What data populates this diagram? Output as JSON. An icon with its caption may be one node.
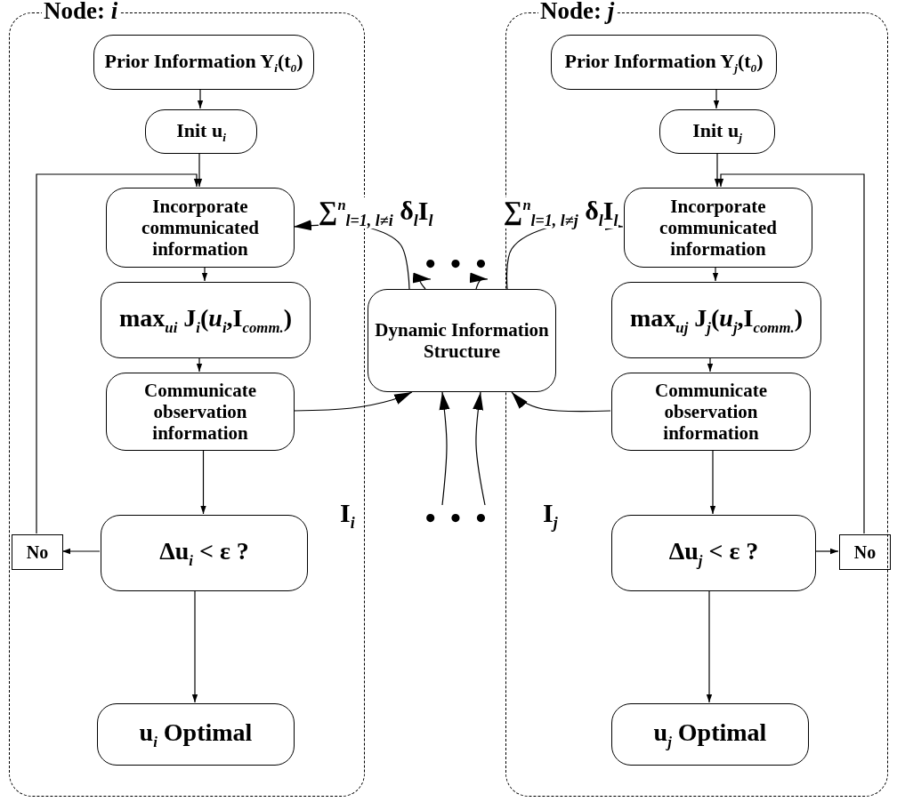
{
  "diagram": {
    "nodes": [
      {
        "text": [
          "Node: *i*"
        ]
      },
      {
        "text": [
          "Prior Information Y$_{i}$(t$_{0}$)"
        ],
        "in": 0
      },
      {
        "text": [
          "Init u$_{i}$"
        ],
        "in": 0
      },
      {
        "text": [
          "Incorporate communicated information"
        ],
        "in": 0
      },
      {
        "text": [
          "max$_{ui}$ J$_{i}$(*u*$_{i}$,I$_{comm.}$)"
        ],
        "in": 0
      },
      {
        "text": [
          "Communicate observation information"
        ],
        "in": 0
      },
      {
        "text": [
          "Δu$_{i}$ < ε ?"
        ],
        "in": 0
      },
      {
        "text": [
          "No"
        ],
        "in": 0
      },
      {
        "text": [
          "u$_{i}$ Optimal"
        ],
        "in": 0
      },
      {
        "text": [
          "Node: *j*"
        ]
      },
      {
        "text": [
          "Prior Information Y$_{j}$(t$_{0}$)"
        ],
        "in": 9
      },
      {
        "text": [
          "Init u$_{j}$"
        ],
        "in": 9
      },
      {
        "text": [
          "Incorporate communicated information"
        ],
        "in": 9
      },
      {
        "text": [
          "max$_{uj}$ J$_{j}$(*u*$_{j}$,I$_{comm.}$)"
        ],
        "in": 9
      },
      {
        "text": [
          "Communicate observation information"
        ],
        "in": 9
      },
      {
        "text": [
          "Δu$_{j}$ < ε ?"
        ],
        "in": 9
      },
      {
        "text": [
          "No"
        ],
        "in": 9
      },
      {
        "text": [
          "u$_{j}$ Optimal"
        ],
        "in": 9
      },
      {
        "text": [
          "Dynamic Information Structure"
        ]
      },
      {
        "text": [
          "• • •"
        ]
      },
      {
        "text": [
          "• • •"
        ]
      }
    ],
    "edges": [
      {
        "from": 1,
        "to": 2,
        "arrow": "to"
      },
      {
        "from": 2,
        "to": 3,
        "arrow": "to"
      },
      {
        "from": 3,
        "to": 4,
        "arrow": "to"
      },
      {
        "from": 4,
        "to": 5,
        "arrow": "to"
      },
      {
        "from": 5,
        "to": 6,
        "arrow": "to"
      },
      {
        "from": 6,
        "to": 7,
        "arrow": "to"
      },
      {
        "from": 7,
        "to": 3,
        "arrow": "to"
      },
      {
        "from": 6,
        "to": 8,
        "arrow": "to"
      },
      {
        "from": 10,
        "to": 11,
        "arrow": "to"
      },
      {
        "from": 11,
        "to": 12,
        "arrow": "to"
      },
      {
        "from": 12,
        "to": 13,
        "arrow": "to"
      },
      {
        "from": 13,
        "to": 14,
        "arrow": "to"
      },
      {
        "from": 14,
        "to": 15,
        "arrow": "to"
      },
      {
        "from": 15,
        "to": 16,
        "arrow": "to"
      },
      {
        "from": 16,
        "to": 12,
        "arrow": "to"
      },
      {
        "from": 15,
        "to": 17,
        "arrow": "to"
      },
      {
        "from": 18,
        "to": 3,
        "arrow": "to",
        "label": "∑$^{n}$$_{l=1, l≠i}$ δ$_{l}$I$_{l}$"
      },
      {
        "from": 18,
        "to": 19,
        "arrow": "to"
      },
      {
        "from": 18,
        "to": 19,
        "arrow": "to"
      },
      {
        "from": 18,
        "to": 12,
        "arrow": "to",
        "label": "∑$^{n}$$_{l=1, l≠j}$ δ$_{l}$I$_{l}$"
      },
      {
        "from": 5,
        "to": 18,
        "arrow": "to",
        "label": "I$_{i}$"
      },
      {
        "from": 20,
        "to": 18,
        "arrow": "to"
      },
      {
        "from": 20,
        "to": 18,
        "arrow": "to"
      },
      {
        "from": 14,
        "to": 18,
        "arrow": "to",
        "label": "I$_{j}$"
      }
    ]
  }
}
